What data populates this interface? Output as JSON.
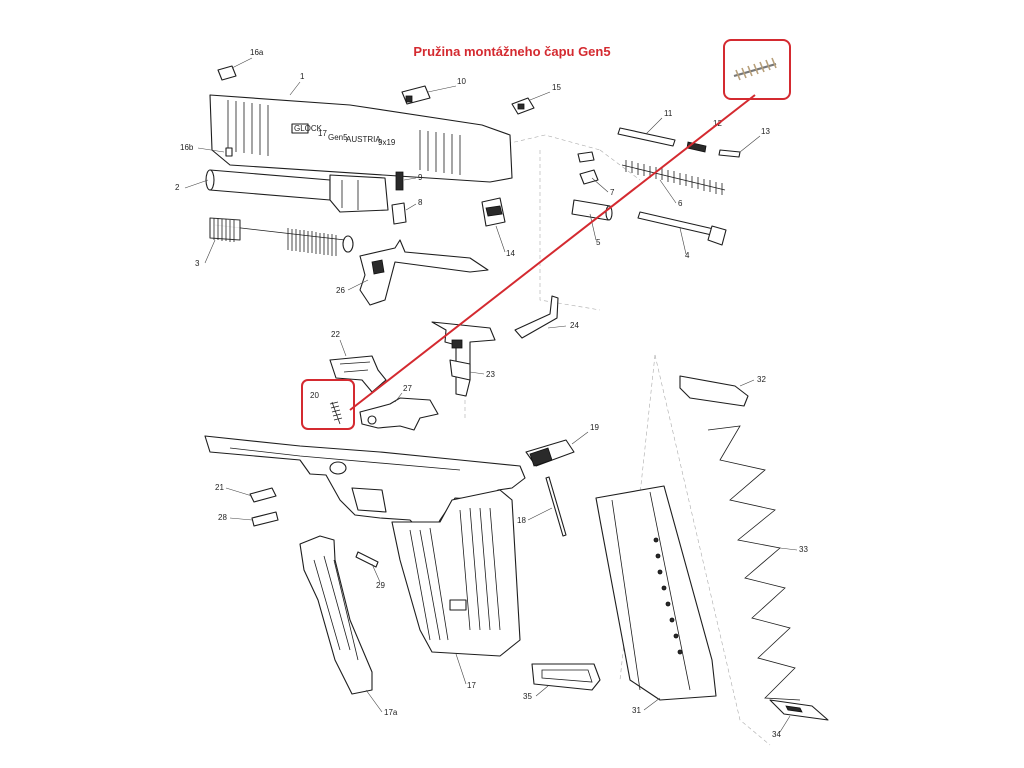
{
  "title": "Pružina montážneho čapu Gen5",
  "accent_color": "#d42a30",
  "slide_text": {
    "brand": "GLOCK",
    "model": "17",
    "gen": "Gen5",
    "country": "AUSTRIA",
    "caliber": "9x19"
  },
  "labels": [
    "16a",
    "1",
    "10",
    "15",
    "16b",
    "2",
    "9",
    "8",
    "3",
    "11",
    "12",
    "13",
    "7",
    "6",
    "5",
    "4",
    "14",
    "26",
    "24",
    "22",
    "23",
    "20",
    "27",
    "32",
    "19",
    "21",
    "28",
    "18",
    "29",
    "33",
    "17",
    "35",
    "31",
    "17a",
    "34"
  ]
}
